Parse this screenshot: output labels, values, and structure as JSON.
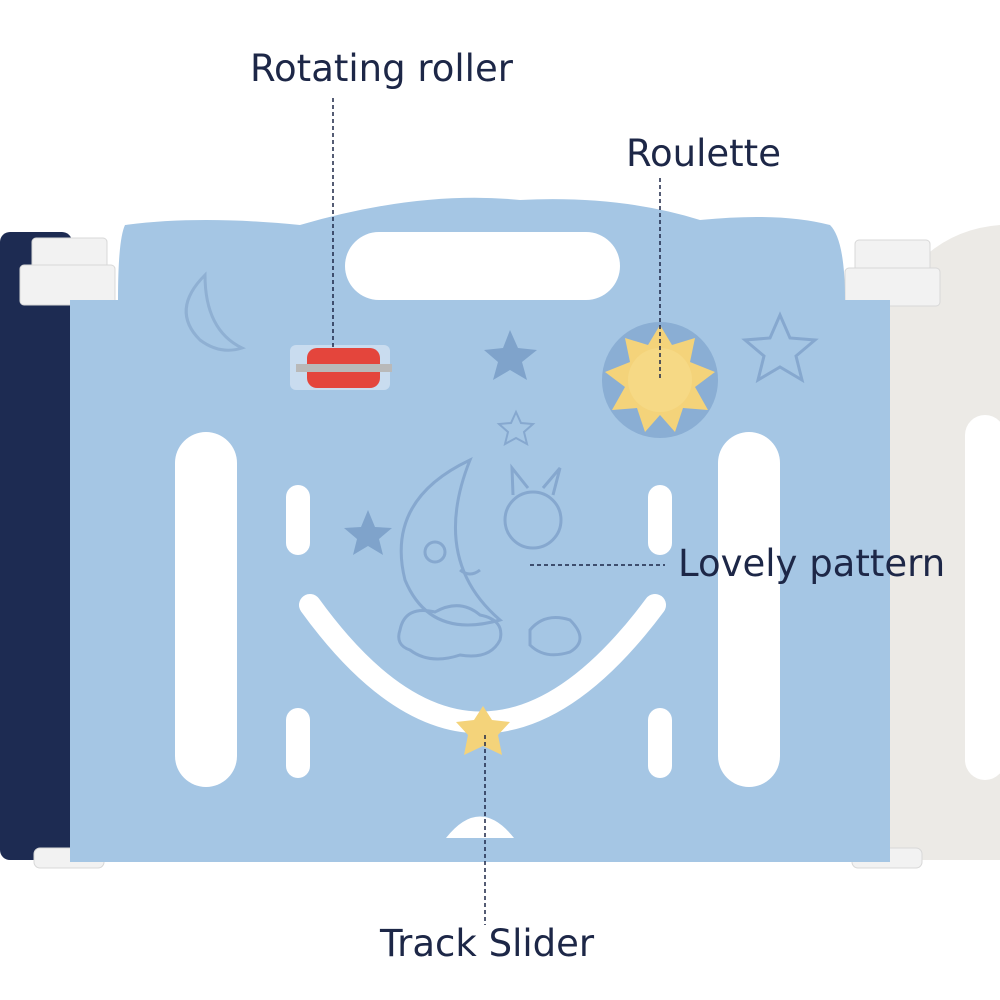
{
  "labels": {
    "rotating_roller": "Rotating roller",
    "roulette": "Roulette",
    "lovely_pattern": "Lovely pattern",
    "track_slider": "Track Slider"
  },
  "colors": {
    "panel_blue": "#a5c6e4",
    "panel_navy": "#1d2b52",
    "panel_white": "#eceae6",
    "roller_red": "#e4453c",
    "accent_yellow": "#f4d37a",
    "text": "#1d2747"
  }
}
